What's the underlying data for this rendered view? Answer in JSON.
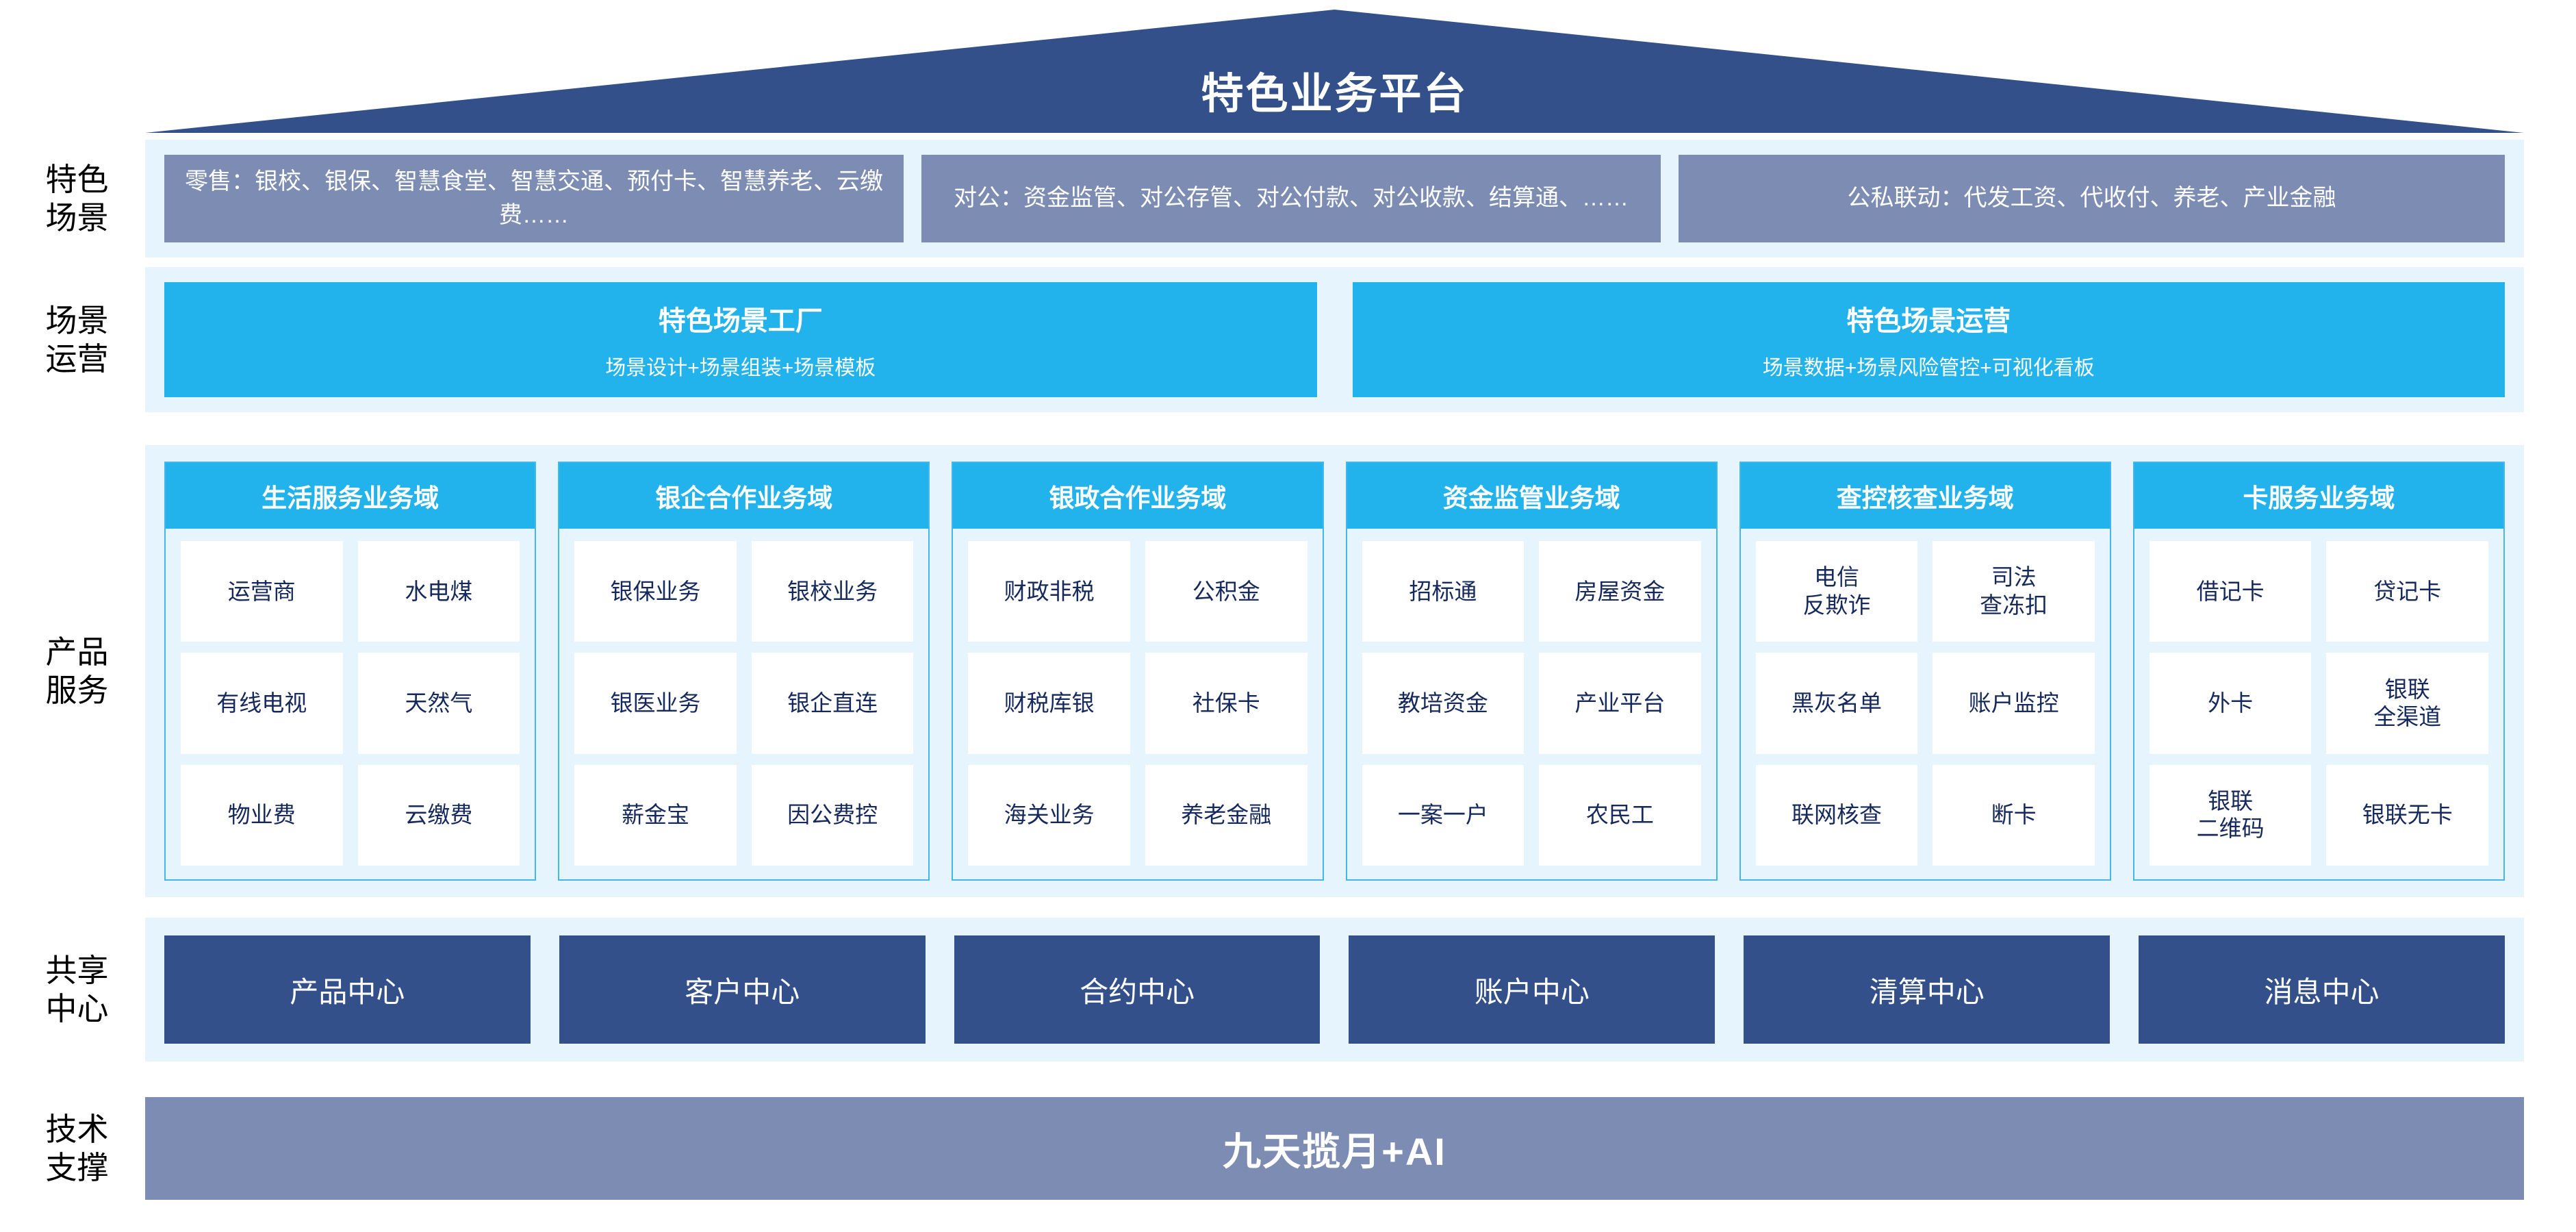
{
  "header": {
    "title": "特色业务平台"
  },
  "colors": {
    "roof": "#33508B",
    "scenario_box": "#7C8CB3",
    "cyan": "#22B2EC",
    "band": "#E6F5FD",
    "center_box": "#33508B",
    "tech_bar": "#7C8CB3"
  },
  "rows": [
    {
      "label": "特色\n场景",
      "label_lines": [
        "特色",
        "场景"
      ],
      "boxes": [
        {
          "text": "零售：银校、银保、智慧食堂、智慧交通、预付卡、智慧养老、云缴费……"
        },
        {
          "text": "对公：资金监管、对公存管、对公付款、对公收款、结算通、……"
        },
        {
          "text": "公私联动：代发工资、代收付、养老、产业金融"
        }
      ]
    },
    {
      "label_lines": [
        "场景",
        "运营"
      ],
      "boxes": [
        {
          "title": "特色场景工厂",
          "sub": "场景设计+场景组装+场景模板"
        },
        {
          "title": "特色场景运营",
          "sub": "场景数据+场景风险管控+可视化看板"
        }
      ]
    },
    {
      "label_lines": [
        "产品",
        "服务"
      ],
      "columns": [
        {
          "head": "生活服务业务域",
          "cells": [
            [
              "运营商",
              "水电煤"
            ],
            [
              "有线电视",
              "天然气"
            ],
            [
              "物业费",
              "云缴费"
            ]
          ]
        },
        {
          "head": "银企合作业务域",
          "cells": [
            [
              "银保业务",
              "银校业务"
            ],
            [
              "银医业务",
              "银企直连"
            ],
            [
              "薪金宝",
              "因公费控"
            ]
          ]
        },
        {
          "head": "银政合作业务域",
          "cells": [
            [
              "财政非税",
              "公积金"
            ],
            [
              "财税库银",
              "社保卡"
            ],
            [
              "海关业务",
              "养老金融"
            ]
          ]
        },
        {
          "head": "资金监管业务域",
          "cells": [
            [
              "招标通",
              "房屋资金"
            ],
            [
              "教培资金",
              "产业平台"
            ],
            [
              "一案一户",
              "农民工"
            ]
          ]
        },
        {
          "head": "查控核查业务域",
          "cells": [
            [
              "电信\n反欺诈",
              "司法\n查冻扣"
            ],
            [
              "黑灰名单",
              "账户监控"
            ],
            [
              "联网核查",
              "断卡"
            ]
          ]
        },
        {
          "head": "卡服务业务域",
          "cells": [
            [
              "借记卡",
              "贷记卡"
            ],
            [
              "外卡",
              "银联\n全渠道"
            ],
            [
              "银联\n二维码",
              "银联无卡"
            ]
          ]
        }
      ]
    },
    {
      "label_lines": [
        "共享",
        "中心"
      ],
      "centers": [
        "产品中心",
        "客户中心",
        "合约中心",
        "账户中心",
        "清算中心",
        "消息中心"
      ]
    },
    {
      "label_lines": [
        "技术",
        "支撑"
      ],
      "tech": "九天揽月+AI"
    }
  ]
}
